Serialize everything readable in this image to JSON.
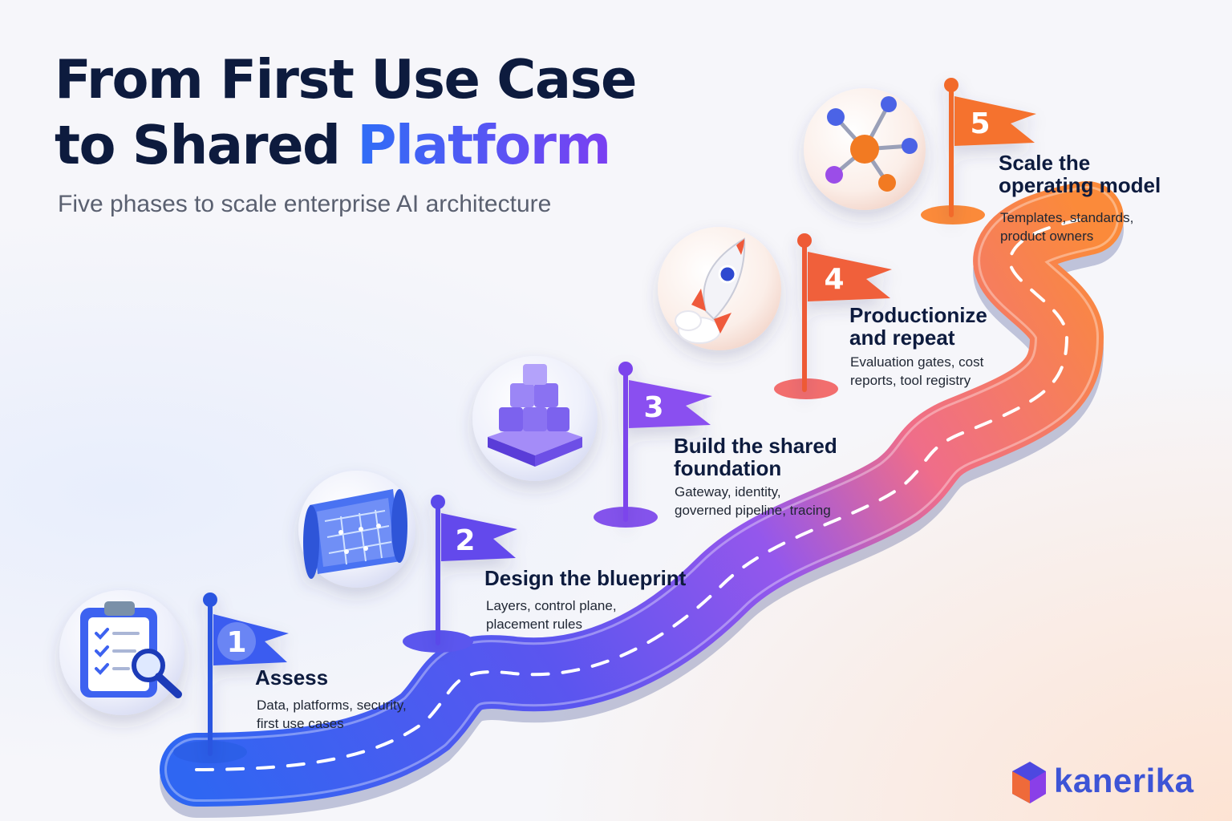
{
  "header": {
    "title_line1": "From First Use Case",
    "title_line2_pre": "to Shared ",
    "title_line2_accent": "Platform",
    "subtitle": "Five phases to scale enterprise AI architecture"
  },
  "steps": [
    {
      "number": "1",
      "title": "Assess",
      "desc_line1": "Data, platforms, security,",
      "desc_line2": "first use cases",
      "icon": "clipboard-magnifier-icon",
      "color": "#3a5cf0"
    },
    {
      "number": "2",
      "title": "Design the blueprint",
      "desc_line1": "Layers, control plane,",
      "desc_line2": "placement rules",
      "icon": "blueprint-scroll-icon",
      "color": "#6448ec"
    },
    {
      "number": "3",
      "title_line1": "Build the shared",
      "title_line2": "foundation",
      "desc_line1": "Gateway, identity,",
      "desc_line2": "governed pipeline, tracing",
      "icon": "stacked-cubes-icon",
      "color": "#8a4ff0"
    },
    {
      "number": "4",
      "title_line1": "Productionize",
      "title_line2": "and repeat",
      "desc_line1": "Evaluation gates, cost",
      "desc_line2": "reports, tool registry",
      "icon": "rocket-icon",
      "color": "#f0603a"
    },
    {
      "number": "5",
      "title_line1": "Scale the",
      "title_line2": "operating model",
      "desc_line1": "Templates, standards,",
      "desc_line2": "product owners",
      "icon": "network-nodes-icon",
      "color": "#f5722e"
    }
  ],
  "brand": {
    "name": "kanerika"
  },
  "colors": {
    "navy": "#0d1b3e",
    "blue": "#3a5cf0",
    "purple": "#8a4ff0",
    "orange": "#f5722e"
  }
}
